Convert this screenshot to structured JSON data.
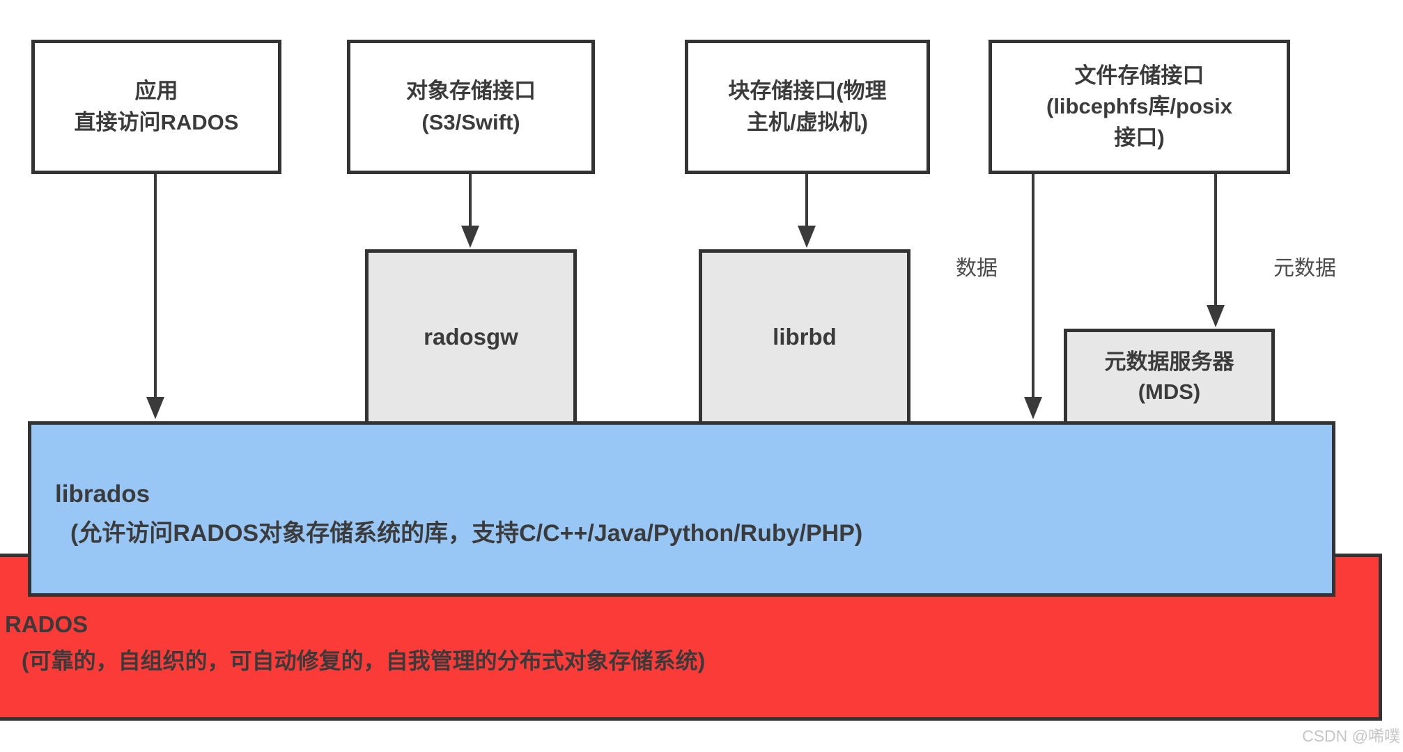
{
  "canvas": {
    "top_boxes": {
      "app": {
        "line1": "应用",
        "line2": "直接访问RADOS"
      },
      "object_storage": {
        "line1": "对象存储接口",
        "line2": "(S3/Swift)"
      },
      "block_storage": {
        "line1": "块存储接口(物理",
        "line2": "主机/虚拟机)"
      },
      "file_storage": {
        "line1": "文件存储接口",
        "line2": "(libcephfs库/posix",
        "line3": "接口)"
      }
    },
    "middle_boxes": {
      "radosgw": "radosgw",
      "librbd": "librbd",
      "mds_line1": "元数据服务器",
      "mds_line2": "(MDS)"
    },
    "arrow_labels": {
      "data": "数据",
      "metadata": "元数据"
    },
    "librados": {
      "title": "librados",
      "subtitle": "(允许访问RADOS对象存储系统的库，支持C/C++/Java/Python/Ruby/PHP)"
    },
    "rados": {
      "title": "RADOS",
      "subtitle": "(可靠的，自组织的，可自动修复的，自我管理的分布式对象存储系统)"
    },
    "watermark": "CSDN @唏噗"
  },
  "colors": {
    "librados_fill": "#98C7F5",
    "rados_fill": "#FB3B38",
    "component_fill": "#E7E7E7",
    "border": "#333333",
    "text": "#3B3B3B",
    "watermark_gray": "#C6C6C6"
  }
}
